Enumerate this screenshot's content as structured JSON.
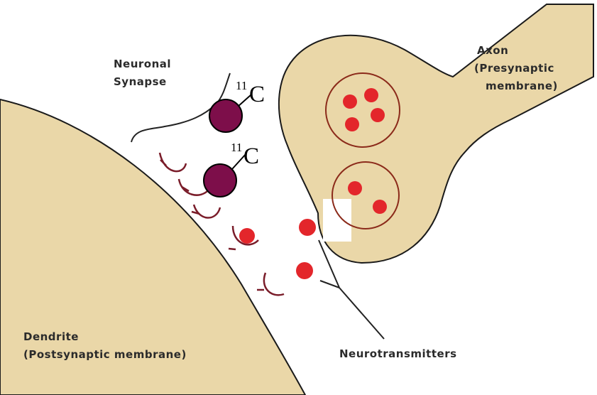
{
  "colors": {
    "membrane_fill": "#ead7a8",
    "membrane_stroke": "#1a1a1a",
    "vesicle_stroke": "#8b2a1a",
    "neurotransmitter": "#e3262b",
    "receptor": "#7a1d2a",
    "tracer": "#7d0e4a",
    "background": "#ffffff"
  },
  "labels": {
    "neuronal_synapse": [
      "Neuronal",
      "Synapse"
    ],
    "axon": [
      "Axon",
      "(Presynaptic",
      "membrane)"
    ],
    "dendrite": [
      "Dendrite",
      "(Postsynaptic membrane)"
    ],
    "neurotransmitters": "Neurotransmitters"
  },
  "tracers": [
    {
      "mass": "11",
      "element": "C"
    },
    {
      "mass": "11",
      "element": "C"
    }
  ],
  "vesicles": [
    {
      "neurotransmitter_count": 4
    },
    {
      "neurotransmitter_count": 2
    }
  ],
  "released_neurotransmitters": 3,
  "receptors": 5
}
